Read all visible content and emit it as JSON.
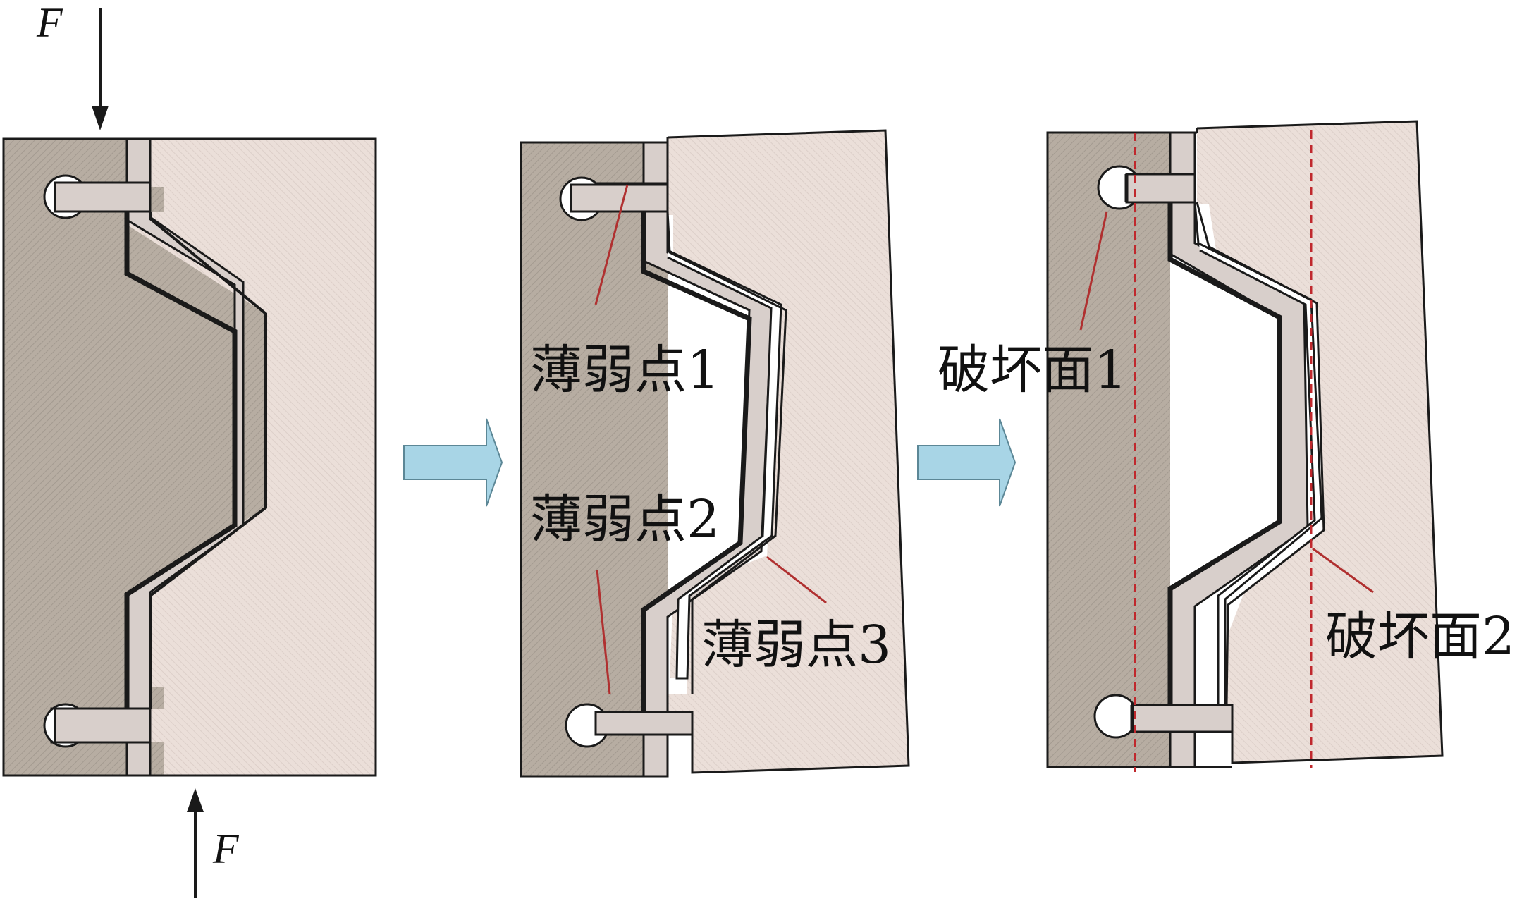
{
  "force_label": "F",
  "panels": [
    {
      "id": "initial"
    },
    {
      "id": "deformed",
      "labels": {
        "weak_point_1": "薄弱点1",
        "weak_point_2": "薄弱点2",
        "weak_point_3": "薄弱点3"
      }
    },
    {
      "id": "failure",
      "labels": {
        "failure_surface_1": "破坏面1",
        "failure_surface_2": "破坏面2"
      }
    }
  ],
  "colors": {
    "dark_half": "#b7ada2",
    "light_half": "#e9ddd7",
    "joint_fill": "#d8cfcb",
    "outline": "#1a1a1a",
    "arrow_fill": "#a8d5e6",
    "leader_line": "#b03030",
    "failure_line": "#c0282d"
  }
}
